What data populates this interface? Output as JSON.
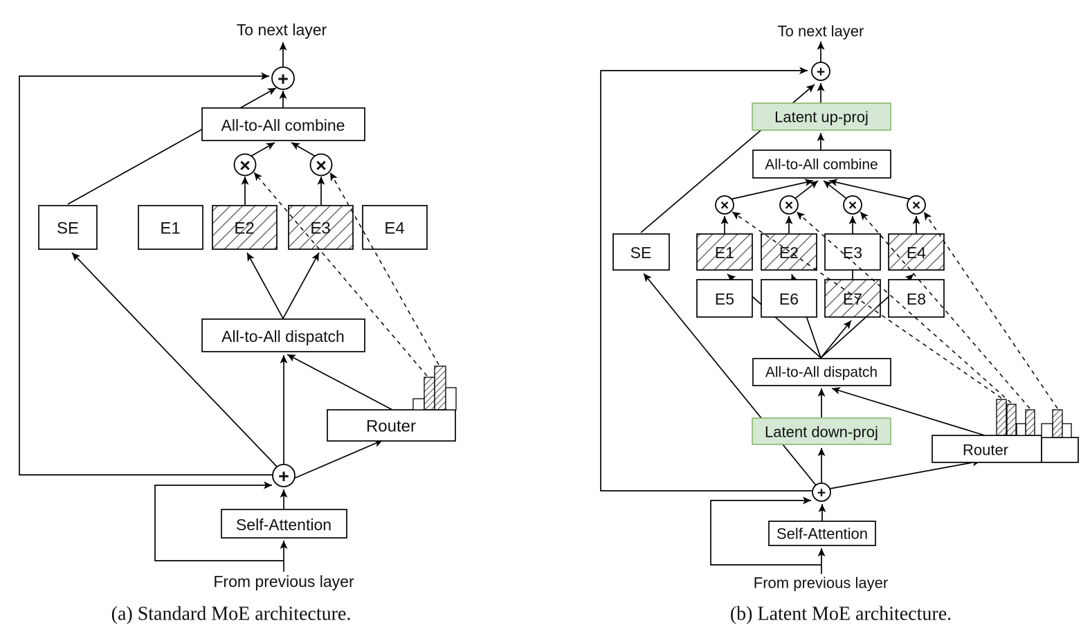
{
  "figure": {
    "background": "#ffffff",
    "line_color": "#000000",
    "accent": {
      "latent_fill": "#d5e8d4",
      "latent_stroke": "#82b366"
    },
    "operators": {
      "add": "+",
      "multiply": "×"
    },
    "panel_a": {
      "caption": "(a) Standard MoE architecture.",
      "to_label": "To next layer",
      "from_label": "From previous layer",
      "combine": "All-to-All combine",
      "dispatch": "All-to-All dispatch",
      "router": "Router",
      "self_attention": "Self-Attention",
      "shared_expert": "SE",
      "experts": [
        "E1",
        "E2",
        "E3",
        "E4"
      ],
      "selected_experts": [
        "E2",
        "E3"
      ]
    },
    "panel_b": {
      "caption": "(b) Latent MoE architecture.",
      "to_label": "To next layer",
      "from_label": "From previous layer",
      "latent_up": "Latent up-proj",
      "combine": "All-to-All combine",
      "dispatch": "All-to-All dispatch",
      "latent_down": "Latent down-proj",
      "router": "Router",
      "self_attention": "Self-Attention",
      "shared_expert": "SE",
      "experts_row1": [
        "E1",
        "E2",
        "E3",
        "E4"
      ],
      "experts_row2": [
        "E5",
        "E6",
        "E7",
        "E8"
      ],
      "selected_experts": [
        "E1",
        "E2",
        "E4",
        "E7"
      ]
    }
  }
}
